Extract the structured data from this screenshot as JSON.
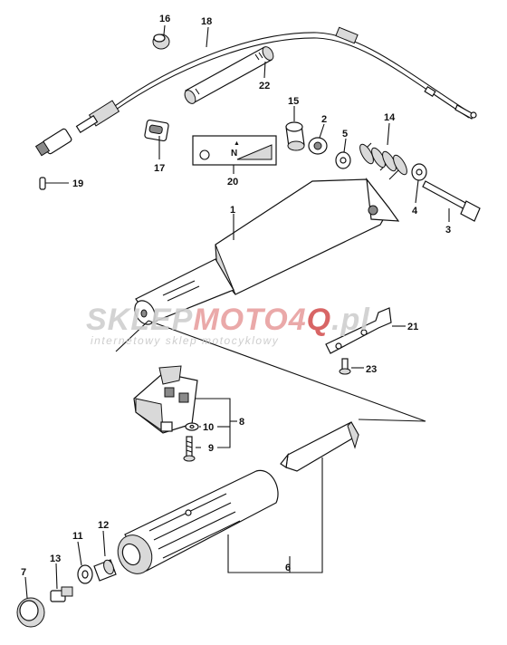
{
  "watermark": {
    "brand_part1": "SKLEP",
    "brand_part2": "MOTO",
    "brand_part3": "4",
    "brand_part4": "Q",
    "brand_tld": ".pl",
    "tagline": "internetowy sklep motocyklowy",
    "colors": {
      "gray": "#cfcfcf",
      "red": "#e8a0a0",
      "red_dark": "#d45555"
    }
  },
  "decal_text": "N",
  "callouts": [
    {
      "id": "c16",
      "label": "16"
    },
    {
      "id": "c18",
      "label": "18"
    },
    {
      "id": "c22",
      "label": "22"
    },
    {
      "id": "c17",
      "label": "17"
    },
    {
      "id": "c19",
      "label": "19"
    },
    {
      "id": "c20",
      "label": "20"
    },
    {
      "id": "c15",
      "label": "15"
    },
    {
      "id": "c2",
      "label": "2"
    },
    {
      "id": "c14",
      "label": "14"
    },
    {
      "id": "c5",
      "label": "5"
    },
    {
      "id": "c4",
      "label": "4"
    },
    {
      "id": "c3",
      "label": "3"
    },
    {
      "id": "c1",
      "label": "1"
    },
    {
      "id": "c21",
      "label": "21"
    },
    {
      "id": "c23",
      "label": "23"
    },
    {
      "id": "c8",
      "label": "8"
    },
    {
      "id": "c10",
      "label": "10"
    },
    {
      "id": "c9",
      "label": "9"
    },
    {
      "id": "c6",
      "label": "6"
    },
    {
      "id": "c7",
      "label": "7"
    },
    {
      "id": "c13",
      "label": "13"
    },
    {
      "id": "c11",
      "label": "11"
    },
    {
      "id": "c12",
      "label": "12"
    }
  ]
}
